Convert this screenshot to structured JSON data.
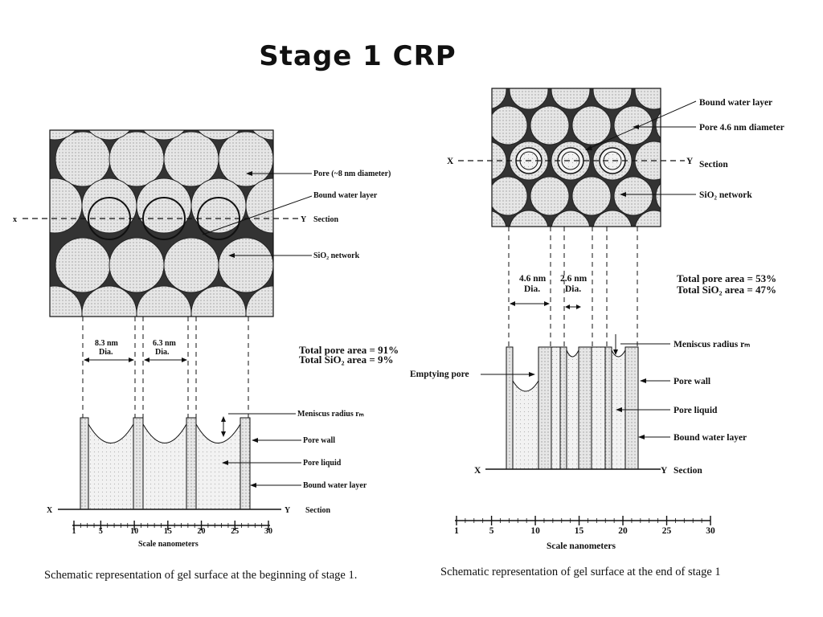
{
  "slide": {
    "title": "Stage 1 CRP"
  },
  "left_panel": {
    "labels": {
      "pore": "Pore (~8 nm diameter)",
      "bound_water": "Bound water layer",
      "section": "Section",
      "sio2_network": "SiO₂ network",
      "x": "x",
      "y": "Y",
      "meniscus": "Meniscus radius rₘ",
      "pore_wall": "Pore wall",
      "pore_liquid": "Pore liquid",
      "bound_water_2": "Bound water layer",
      "x2": "X",
      "y2": "Y",
      "section2": "Section"
    },
    "dimensions": {
      "dim1": "8.3 nm",
      "dim1_sub": "Dia.",
      "dim2": "6.3 nm",
      "dim2_sub": "Dia."
    },
    "totals": {
      "pore_area": "Total pore area = 91%",
      "sio2_area": "Total SiO₂ area = 9%"
    },
    "scale": {
      "ticks": [
        "1",
        "5",
        "10",
        "15",
        "20",
        "25",
        "30"
      ],
      "label": "Scale nanometers"
    },
    "caption": "Schematic representation of gel surface at the beginning of stage 1."
  },
  "right_panel": {
    "labels": {
      "bound_water": "Bound water layer",
      "pore": "Pore  4.6 nm diameter",
      "section": "Section",
      "sio2_network": "SiO₂ network",
      "x": "X",
      "y": "Y",
      "meniscus": "Meniscus radius rₘ",
      "emptying_pore": "Emptying pore",
      "pore_wall": "Pore wall",
      "pore_liquid": "Pore liquid",
      "bound_water_2": "Bound water layer",
      "x2": "X",
      "y2": "Y",
      "section2": "Section"
    },
    "dimensions": {
      "dim1": "4.6 nm",
      "dim1_sub": "Dia.",
      "dim2": "2.6 nm",
      "dim2_sub": "Dia."
    },
    "totals": {
      "pore_area": "Total pore area = 53%",
      "sio2_area": "Total SiO₂ area = 47%"
    },
    "scale": {
      "ticks": [
        "1",
        "5",
        "10",
        "15",
        "20",
        "25",
        "30"
      ],
      "label": "Scale nanometers"
    },
    "caption": "Schematic representation of gel surface at the end of stage 1"
  }
}
